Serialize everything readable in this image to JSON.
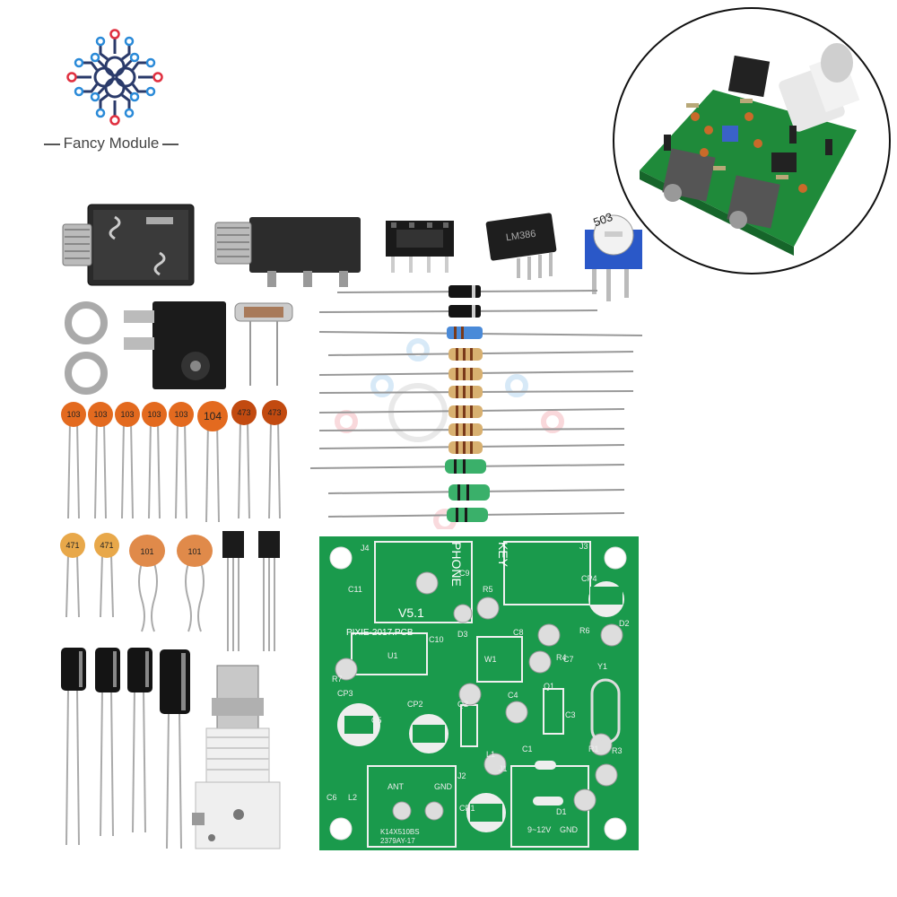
{
  "brand": {
    "name": "Fancy Module"
  },
  "components": {
    "ceramic_caps": [
      "103",
      "103",
      "103",
      "103",
      "103",
      "104",
      "473",
      "473"
    ],
    "small_caps": [
      "471",
      "471"
    ],
    "film_caps": [
      "101",
      "101"
    ],
    "pot_label": "503",
    "ic_label": "LM386"
  },
  "pcb": {
    "version": "V5.1",
    "name": "PIXIE-2017.PCB",
    "labels": {
      "j4": "J4",
      "j3": "J3",
      "j2": "J2",
      "j1": "J1",
      "phone": "PHONE",
      "key": "KEY",
      "c11": "C11",
      "c9": "C9",
      "c10": "C10",
      "c8": "C8",
      "c5": "C5",
      "c6": "C6",
      "c4": "C4",
      "c7": "C7",
      "c3": "C3",
      "c1": "C1",
      "r7": "R7",
      "r6": "R6",
      "r5": "R5",
      "r1": "R1",
      "r3": "R3",
      "r4": "R4",
      "d1": "D1",
      "d2": "D2",
      "d3": "D3",
      "u1": "U1",
      "w1": "W1",
      "l1": "L1",
      "l2": "L2",
      "y1": "Y1",
      "q1": "Q1",
      "q2": "Q2",
      "cp1": "CP1",
      "cp2": "CP2",
      "cp3": "CP3",
      "cp4": "CP4",
      "ant": "ANT",
      "gnd": "GND",
      "power": "9~12V",
      "gnd2": "GND",
      "code1": "K14X510BS",
      "code2": "2379AY-17"
    }
  }
}
